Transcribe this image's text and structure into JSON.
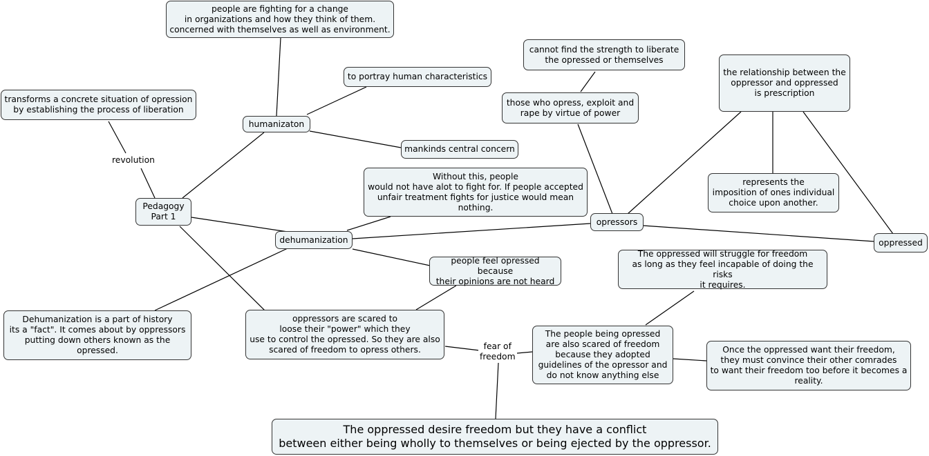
{
  "nodes": {
    "fighting": "people are fighting for a change\nin organizations and how they think of them.\nconcerned with themselves as well as environment.",
    "transforms": "transforms a concrete situation of opression\nby establishing the process of liberation",
    "portray": "to portray human characteristics",
    "humanization": "humanizaton",
    "mankind": "mankinds central concern",
    "pedagogy": "Pedagogy\nPart 1",
    "without": "Without this, people\nwould not have alot to fight for. If people accepted\nunfair treatment fights for justice would mean\nnothing.",
    "dehumanization": "dehumanization",
    "feel_opressed": "people feel opressed because\ntheir opinions are not heard",
    "dehum_history": "Dehumanization is a part of history\nits a \"fact\". It comes about by oppressors\nputting down others known as the\nopressed.",
    "scared": "oppressors are scared to\nloose their \"power\" which they\nuse to control the opressed. So they are also\nscared of freedom to opress others.",
    "strength": "cannot find the strength to liberate\nthe opressed or themselves",
    "those": "those who opress, exploit and\nrape by virtue of power",
    "opressors": "opressors",
    "relationship": "the relationship between the\noppressor and oppressed\nis prescription",
    "represents": "represents the\nimposition of ones individual\nchoice upon another.",
    "oppressed": "oppressed",
    "struggle": "The oppressed will struggle for freedom\nas long as they feel incapable of doing the risks\nit requires.",
    "people_oppressed": "The people being opressed\nare also scared of freedom\nbecause they adopted\nguidelines of the opressor and\ndo not know anything else",
    "once": "Once the oppressed want their freedom,\nthey must convince their other comrades\nto want their freedom too before it becomes a\nreality.",
    "bottom": "The oppressed desire freedom but they have a conflict\nbetween either being wholly to themselves or being ejected by the oppressor."
  },
  "labels": {
    "revolution": "revolution",
    "fear": "fear of\nfreedom"
  }
}
